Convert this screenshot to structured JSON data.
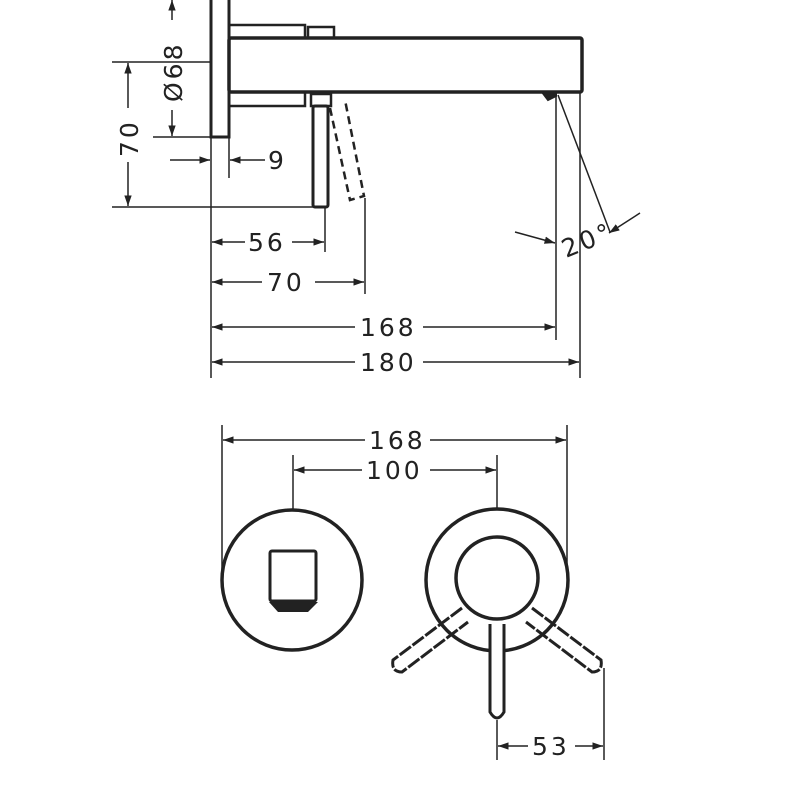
{
  "side_view": {
    "dim_diameter": "Ø68",
    "dim_height": "70",
    "dim_plate": "9",
    "dim_lever_56": "56",
    "dim_lever_70": "70",
    "dim_spout_168": "168",
    "dim_spout_180": "180",
    "dim_angle": "20°"
  },
  "front_view": {
    "dim_width_168": "168",
    "dim_spacing_100": "100",
    "dim_lever_53": "53"
  },
  "colors": {
    "ink": "#222222",
    "background": "#ffffff"
  }
}
